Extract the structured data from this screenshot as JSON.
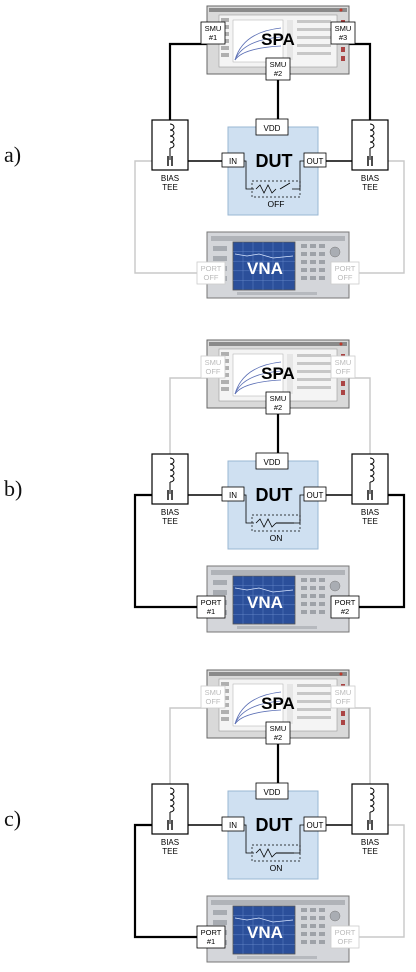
{
  "panels": [
    {
      "label": "a)",
      "spa": {
        "title": "SPA",
        "smu_left": [
          "SMU",
          "#1"
        ],
        "smu_mid": [
          "SMU",
          "#2"
        ],
        "smu_right": [
          "SMU",
          "#3"
        ],
        "left_on": true,
        "right_on": true
      },
      "dut": {
        "title": "DUT",
        "vdd": "VDD",
        "in": "IN",
        "out": "OUT",
        "switch_state": "OFF"
      },
      "bias_left": [
        "BIAS",
        "TEE"
      ],
      "bias_right": [
        "BIAS",
        "TEE"
      ],
      "vna": {
        "title": "VNA",
        "port_left": [
          "PORT",
          "OFF"
        ],
        "port_right": [
          "PORT",
          "OFF"
        ],
        "left_on": false,
        "right_on": false
      }
    },
    {
      "label": "b)",
      "spa": {
        "title": "SPA",
        "smu_left": [
          "SMU",
          "OFF"
        ],
        "smu_mid": [
          "SMU",
          "#2"
        ],
        "smu_right": [
          "SMU",
          "OFF"
        ],
        "left_on": false,
        "right_on": false
      },
      "dut": {
        "title": "DUT",
        "vdd": "VDD",
        "in": "IN",
        "out": "OUT",
        "switch_state": "ON"
      },
      "bias_left": [
        "BIAS",
        "TEE"
      ],
      "bias_right": [
        "BIAS",
        "TEE"
      ],
      "vna": {
        "title": "VNA",
        "port_left": [
          "PORT",
          "#1"
        ],
        "port_right": [
          "PORT",
          "#2"
        ],
        "left_on": true,
        "right_on": true
      }
    },
    {
      "label": "c)",
      "spa": {
        "title": "SPA",
        "smu_left": [
          "SMU",
          "OFF"
        ],
        "smu_mid": [
          "SMU",
          "#2"
        ],
        "smu_right": [
          "SMU",
          "OFF"
        ],
        "left_on": false,
        "right_on": false
      },
      "dut": {
        "title": "DUT",
        "vdd": "VDD",
        "in": "IN",
        "out": "OUT",
        "switch_state": "ON"
      },
      "bias_left": [
        "BIAS",
        "TEE"
      ],
      "bias_right": [
        "BIAS",
        "TEE"
      ],
      "vna": {
        "title": "VNA",
        "port_left": [
          "PORT",
          "#1"
        ],
        "port_right": [
          "PORT",
          "OFF"
        ],
        "left_on": true,
        "right_on": false
      }
    }
  ]
}
